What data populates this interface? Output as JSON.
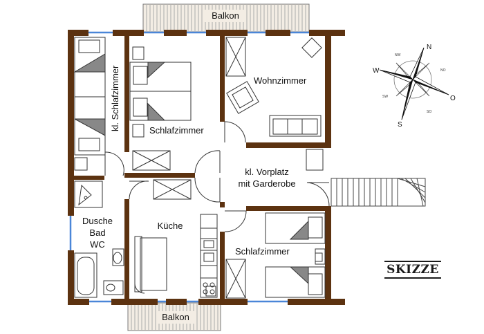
{
  "labels": {
    "balkon_top": "Balkon",
    "balkon_bottom": "Balkon",
    "kl_schlafzimmer": "kl. Schlafzimmer",
    "schlafzimmer_1": "Schlafzimmer",
    "wohnzimmer": "Wohnzimmer",
    "vorplatz_line1": "kl. Vorplatz",
    "vorplatz_line2": "mit Garderobe",
    "bad_line1": "Dusche",
    "bad_line2": "Bad",
    "bad_line3": "WC",
    "kueche": "Küche",
    "schlafzimmer_2": "Schlafzimmer",
    "stamp": "SKIZZE"
  },
  "compass": {
    "n": "N",
    "o": "O",
    "s": "S",
    "w": "W",
    "nw": "NW",
    "no": "NO",
    "so": "SO",
    "sw": "SW"
  },
  "colors": {
    "wall": "#5c3210",
    "window": "#4a86d8",
    "balcony_fill": "#f3ede4"
  }
}
